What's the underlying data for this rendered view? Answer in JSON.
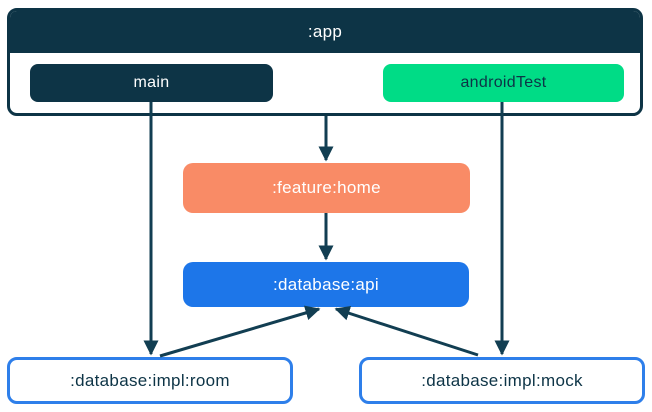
{
  "diagram": {
    "type": "module-dependency-graph",
    "nodes": {
      "app": {
        "label": ":app",
        "fill": "#0D3446",
        "text_color": "#FFFFFF"
      },
      "main": {
        "label": "main",
        "fill": "#0D3446",
        "text_color": "#FFFFFF"
      },
      "android_test": {
        "label": "androidTest",
        "fill": "#00DC86",
        "text_color": "#0D3446"
      },
      "feature_home": {
        "label": ":feature:home",
        "fill": "#F98B66",
        "text_color": "#FFFFFF"
      },
      "database_api": {
        "label": ":database:api",
        "fill": "#1D76E9",
        "text_color": "#FFFFFF"
      },
      "database_impl_room": {
        "label": ":database:impl:room",
        "fill": "#FFFFFF",
        "border_color": "#2E7FEA",
        "text_color": "#0D3446"
      },
      "database_impl_mock": {
        "label": ":database:impl:mock",
        "fill": "#FFFFFF",
        "border_color": "#2E7FEA",
        "text_color": "#0D3446"
      }
    },
    "edges": [
      {
        "from": ":app",
        "to": ":feature:home"
      },
      {
        "from": ":feature:home",
        "to": ":database:api"
      },
      {
        "from": "main",
        "to": ":database:impl:room"
      },
      {
        "from": "androidTest",
        "to": ":database:impl:mock"
      },
      {
        "from": ":database:impl:room",
        "to": ":database:api"
      },
      {
        "from": ":database:impl:mock",
        "to": ":database:api"
      }
    ],
    "arrow_color": "#123E52"
  }
}
